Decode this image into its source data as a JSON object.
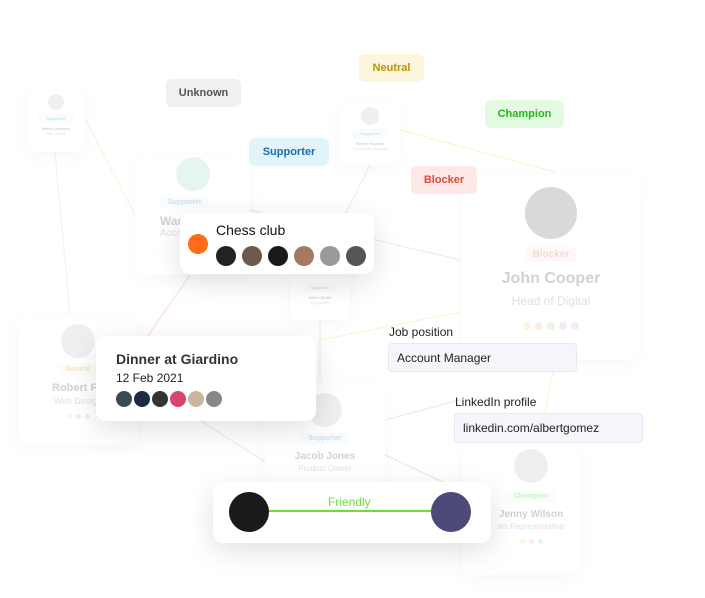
{
  "tags": [
    {
      "label": "Unknown",
      "bg": "#f0f0f0",
      "fg": "#555555"
    },
    {
      "label": "Neutral",
      "bg": "#fdf6dc",
      "fg": "#b8960a"
    },
    {
      "label": "Champion",
      "bg": "#e3fbe0",
      "fg": "#26b521"
    },
    {
      "label": "Supporter",
      "bg": "#e3f3fc",
      "fg": "#1a6ea8"
    },
    {
      "label": "Blocker",
      "bg": "#fde8e6",
      "fg": "#e5473b"
    }
  ],
  "people": [
    {
      "name": "Maria Johnson",
      "role": "HR Officer",
      "status": "Supporter"
    },
    {
      "name": "Esther Howard",
      "role": "Community Manager",
      "status": "Supporter"
    },
    {
      "name": "Wad",
      "role": "Acco",
      "status": "Supporter"
    },
    {
      "name": "Oliver Smith",
      "role": "Copywriter",
      "status": "Supporter"
    },
    {
      "name": "John Cooper",
      "role": "Head of Digital",
      "status": "Blocker"
    },
    {
      "name": "Robert Fo",
      "role": "Web Design",
      "status": "Neutral"
    },
    {
      "name": "Jacob Jones",
      "role": "Product Owner",
      "status": "Supporter"
    },
    {
      "name": "Jenny Wilson",
      "role": "les Representative",
      "status": "Champion"
    }
  ],
  "chess": {
    "title": "Chess club",
    "color": "#ff6b1a",
    "member_count": 6
  },
  "dinner": {
    "title": "Dinner at Giardino",
    "date": "12 Feb 2021",
    "member_count": 6
  },
  "job": {
    "label": "Job position",
    "value": "Account Manager"
  },
  "linkedin": {
    "label": "LinkedIn profile",
    "value": "linkedin.com/albertgomez"
  },
  "relation": {
    "label": "Friendly",
    "color": "#6fdc3c"
  }
}
